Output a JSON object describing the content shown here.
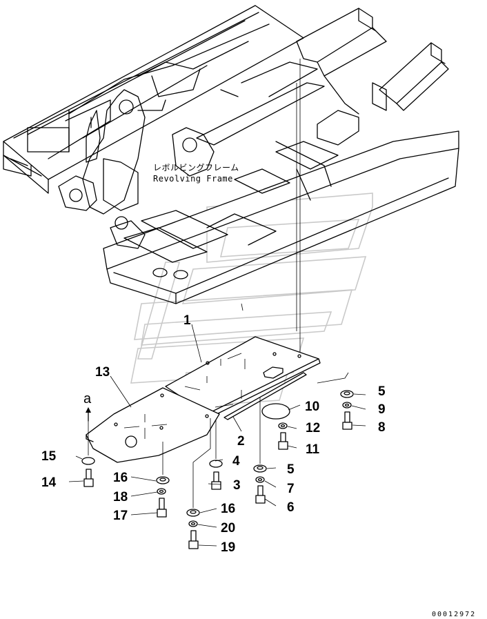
{
  "frame_label": {
    "jp": "レボルビングフレーム",
    "en": "Revolving Frame"
  },
  "ref_letter": "a",
  "drawing_number": "00012972",
  "callouts": {
    "c1": "1",
    "c2": "2",
    "c3": "3",
    "c4": "4",
    "c5a": "5",
    "c5b": "5",
    "c6": "6",
    "c7": "7",
    "c8": "8",
    "c9": "9",
    "c10": "10",
    "c11": "11",
    "c12": "12",
    "c13": "13",
    "c14": "14",
    "c15": "15",
    "c16a": "16",
    "c16b": "16",
    "c17": "17",
    "c18": "18",
    "c19": "19",
    "c20": "20"
  },
  "colors": {
    "line": "#000000",
    "watermark": "#c9c9c9",
    "background": "#ffffff"
  }
}
